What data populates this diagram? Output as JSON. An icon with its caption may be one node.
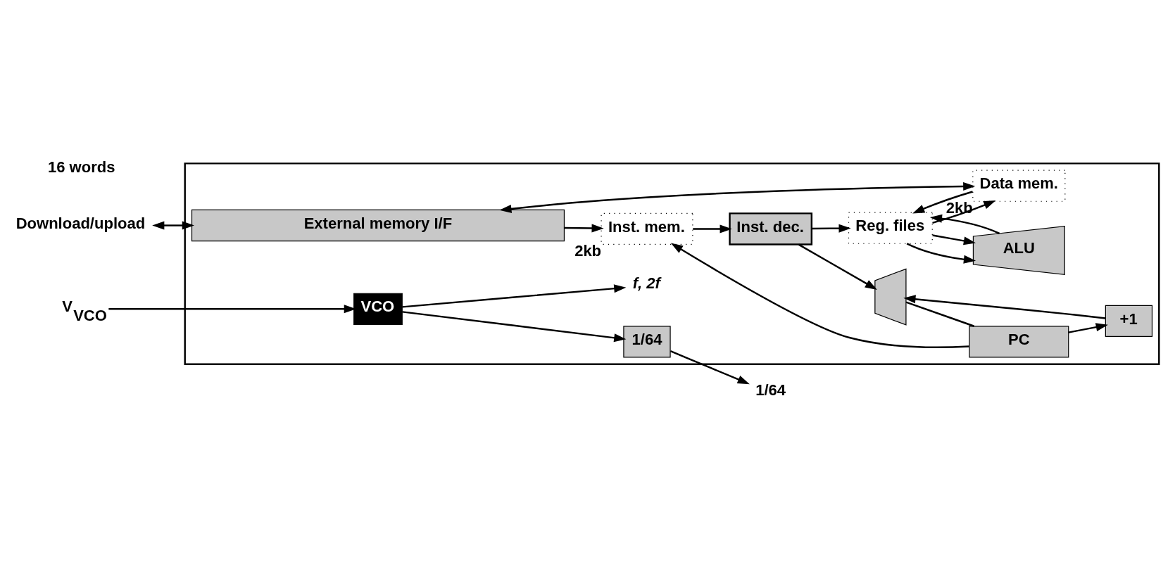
{
  "diagram": {
    "nodes": [
      {
        "text": [],
        "shape": "box"
      },
      {
        "text": [
          "V$_{VCO}$"
        ]
      },
      {
        "text": [
          "1/64"
        ]
      },
      {
        "text": [
          "Download/upload"
        ]
      },
      {
        "text": [
          "VCO"
        ],
        "in": 0
      },
      {
        "text": [
          "1/64"
        ],
        "in": 0
      },
      {
        "text": [
          "External memory I/F"
        ],
        "in": 0
      },
      {
        "text": [
          "f, 2f"
        ],
        "in": 0
      },
      {
        "text": [
          "+1"
        ],
        "in": 0
      },
      {
        "text": [],
        "shape": "trapezoid",
        "in": 0
      },
      {
        "text": [
          "PC"
        ],
        "in": 0
      },
      {
        "text": [
          "Inst. mem."
        ],
        "beside": [
          "2kb"
        ],
        "in": 0
      },
      {
        "text": [
          "Inst. dec."
        ],
        "in": 0
      },
      {
        "text": [
          "Reg. files"
        ],
        "in": 0
      },
      {
        "text": [
          "Data mem."
        ],
        "beside": [
          "2kb"
        ],
        "in": 0
      },
      {
        "text": [
          "ALU"
        ],
        "in": 0
      }
    ],
    "edges": [
      {
        "from": 1,
        "to": 4,
        "arrow": "to"
      },
      {
        "from": 5,
        "to": 2,
        "arrow": "to"
      },
      {
        "from": 3,
        "to": 6,
        "arrow": "both"
      },
      {
        "from": 4,
        "to": 7,
        "arrow": "to"
      },
      {
        "from": 4,
        "to": 5,
        "arrow": "to"
      },
      {
        "from": 6,
        "to": 11,
        "arrow": "to"
      },
      {
        "from": 6,
        "to": 14,
        "arrow": "both"
      },
      {
        "from": 8,
        "to": 9,
        "arrow": "to"
      },
      {
        "from": 10,
        "to": 8,
        "arrow": "to"
      },
      {
        "from": 9,
        "to": 10,
        "arrow": "none"
      },
      {
        "from": 10,
        "to": 11,
        "arrow": "to"
      },
      {
        "from": 11,
        "to": 12,
        "arrow": "to"
      },
      {
        "from": 12,
        "to": 9,
        "arrow": "to"
      },
      {
        "from": 12,
        "to": 13,
        "arrow": "to"
      },
      {
        "from": 13,
        "to": 14,
        "arrow": "to"
      },
      {
        "from": 14,
        "to": 13,
        "arrow": "to"
      },
      {
        "from": 13,
        "to": 15,
        "arrow": "to"
      },
      {
        "from": 13,
        "to": 15,
        "arrow": "to"
      },
      {
        "from": 15,
        "to": 13,
        "arrow": "to"
      }
    ],
    "labels": [
      "16 words"
    ]
  }
}
